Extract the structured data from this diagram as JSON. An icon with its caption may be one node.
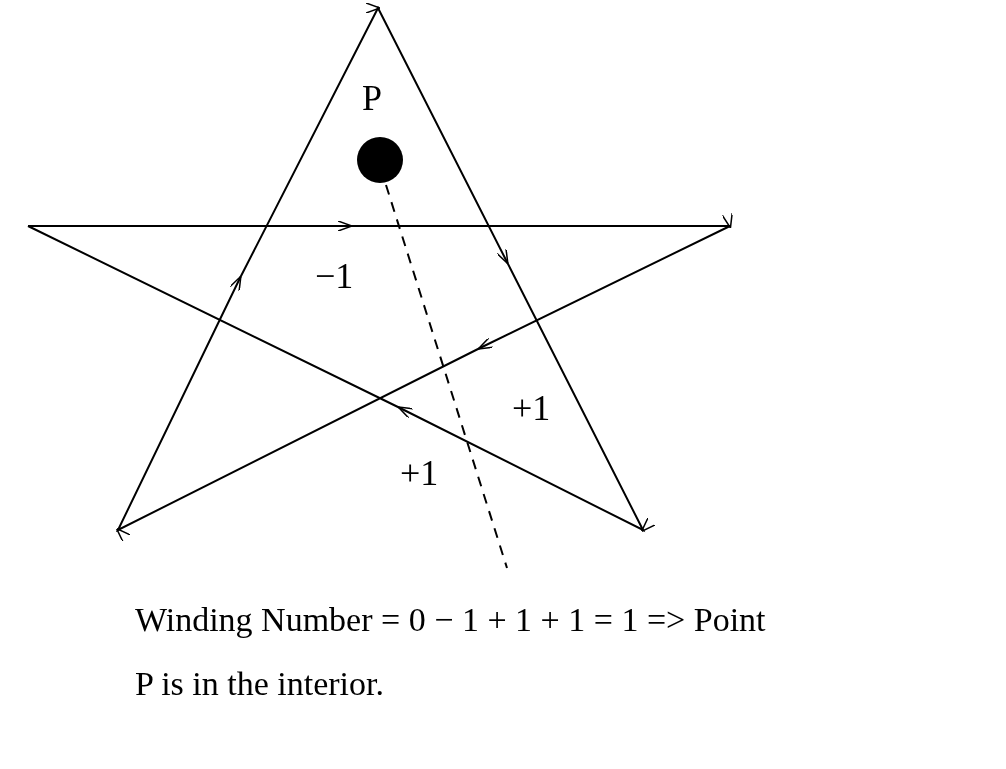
{
  "diagram": {
    "caption": "Winding Number = 0 − 1 + 1 + 1 = 1 => Point P is in the interior.",
    "labels": [
      "P",
      "−1",
      "+1",
      "+1"
    ]
  }
}
